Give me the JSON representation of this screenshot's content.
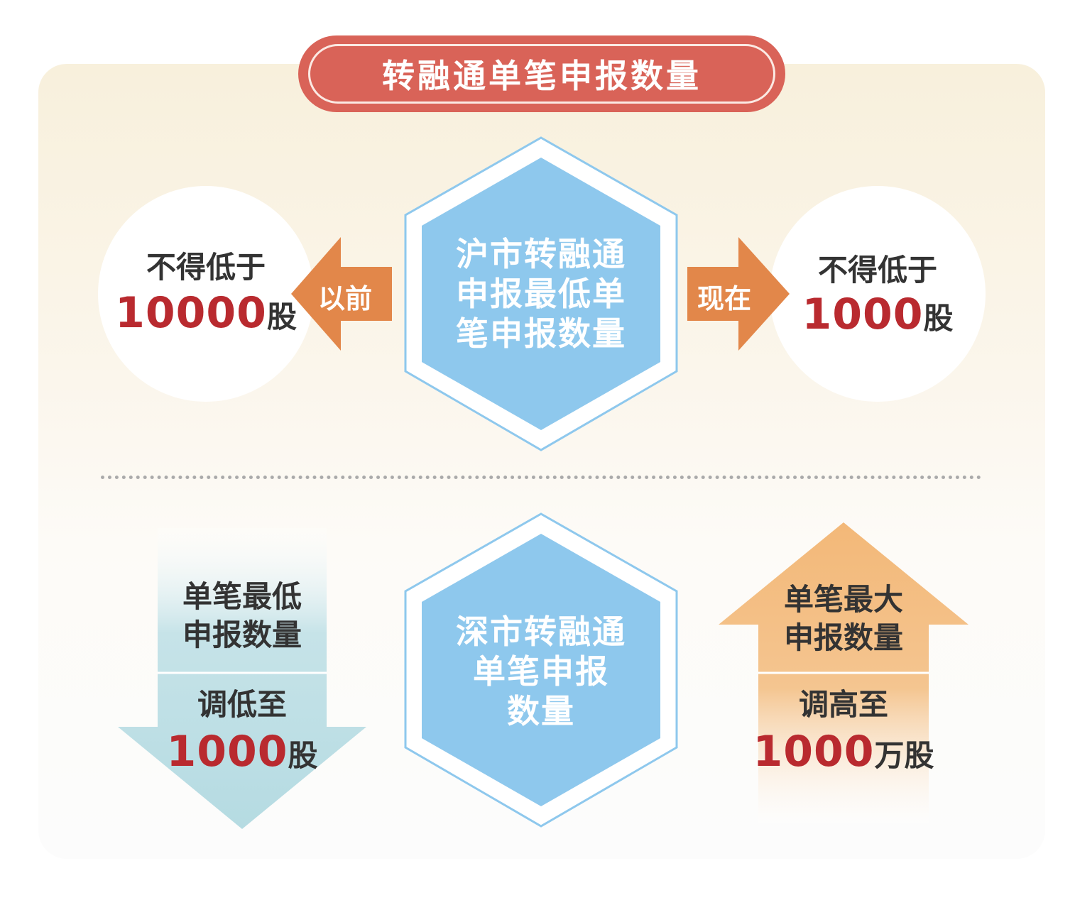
{
  "title": "转融通单笔申报数量",
  "top": {
    "hex_lines": [
      "沪市转融通",
      "申报最低单",
      "笔申报数量"
    ],
    "left_arrow_label": "以前",
    "right_arrow_label": "现在",
    "left_circle": {
      "text": "不得低于",
      "number": "10000",
      "unit": "股"
    },
    "right_circle": {
      "text": "不得低于",
      "number": "1000",
      "unit": "股"
    }
  },
  "bottom": {
    "hex_lines": [
      "深市转融通",
      "单笔申报",
      "数量"
    ],
    "down_arrow": {
      "label_lines": [
        "单笔最低",
        "申报数量"
      ],
      "change_text": "调低至",
      "number": "1000",
      "unit": "股"
    },
    "up_arrow": {
      "label_lines": [
        "单笔最大",
        "申报数量"
      ],
      "change_text": "调高至",
      "number": "1000",
      "unit": "万股"
    }
  },
  "colors": {
    "title_bg": "#d96358",
    "hex_fill": "#8ec8ed",
    "hex_outline": "#8ec8ed",
    "arrow_orange": "#e2874a",
    "number_red": "#b92a2f",
    "down_arrow": "#b9dde3",
    "up_arrow": "#f3c28a"
  }
}
